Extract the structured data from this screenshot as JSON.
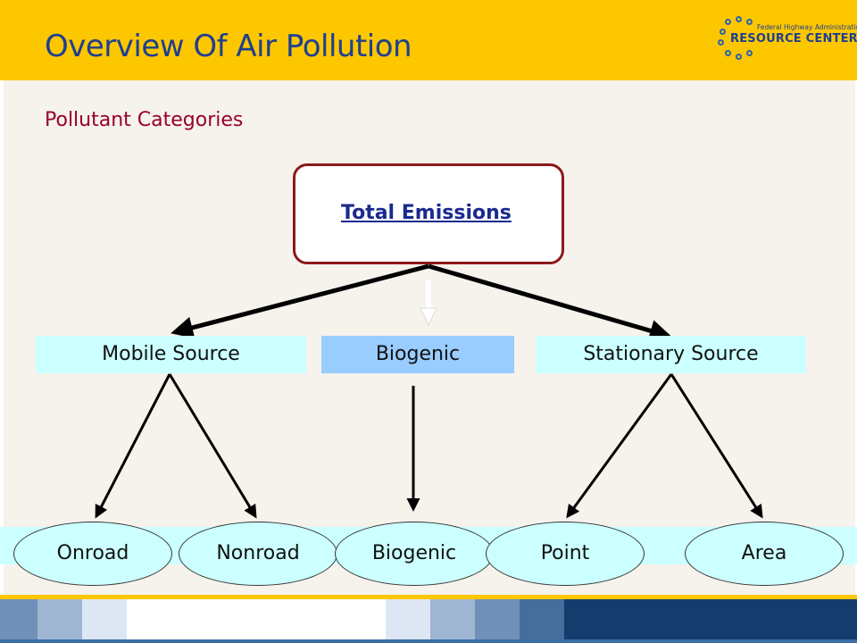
{
  "slide": {
    "title": "Overview Of Air Pollution",
    "subtitle": "Pollutant Categories"
  },
  "logo": {
    "small_text": "Federal Highway Administration",
    "main_text": "RESOURCE CENTER"
  },
  "diagram": {
    "root": "Total Emissions",
    "categories": [
      "Mobile Source",
      "Biogenic",
      "Stationary Source"
    ],
    "leaves": [
      "Onroad",
      "Nonroad",
      "Biogenic",
      "Point",
      "Area"
    ]
  },
  "colors": {
    "header": "#fdc700",
    "title": "#1f3f8f",
    "subtitle": "#98002e",
    "category_light": "#ccffff",
    "category_biogenic": "#99ccff",
    "root_border": "#8b1a1a"
  }
}
